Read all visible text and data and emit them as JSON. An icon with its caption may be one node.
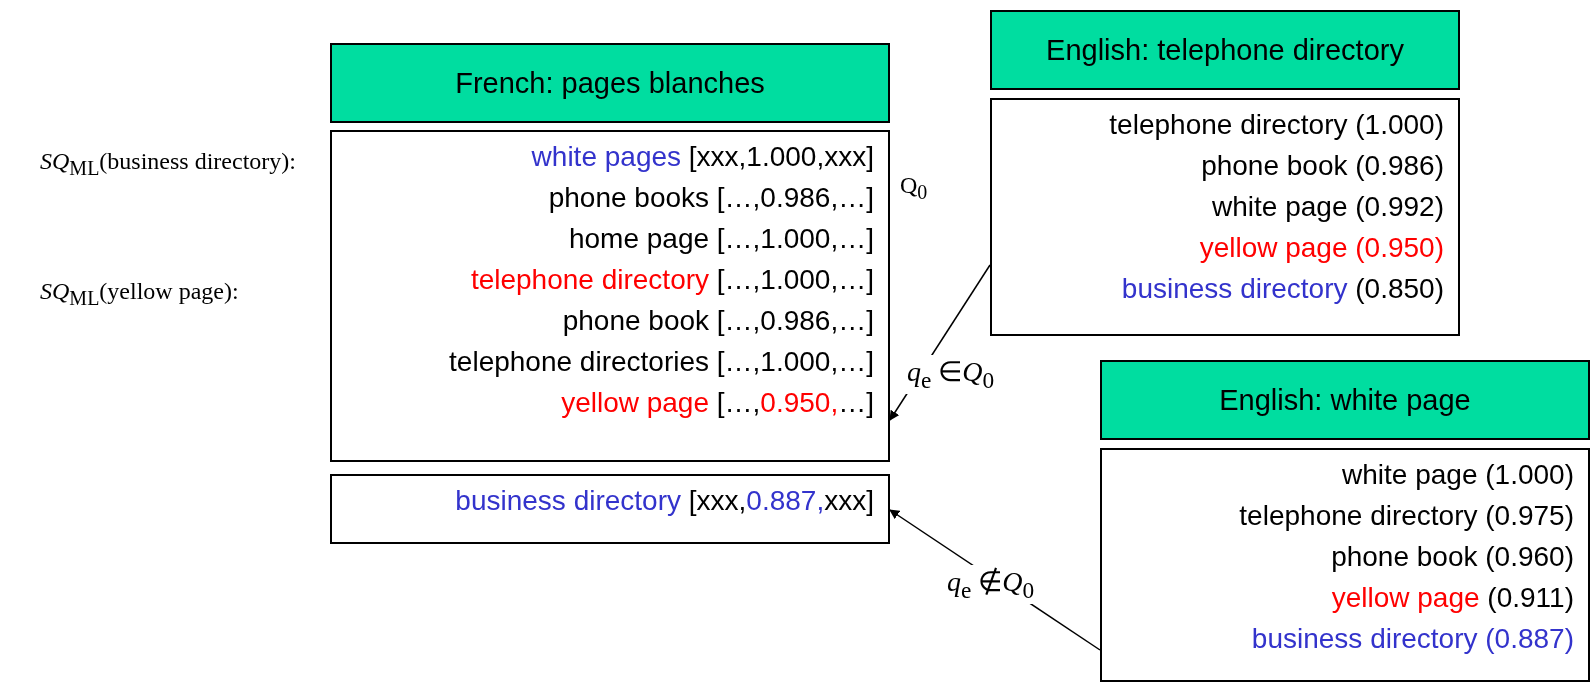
{
  "diagram": {
    "nodes": [
      {
        "text": [
          "French: pages blanches"
        ]
      },
      {
        "text": [
          "white pages",
          "[xxx,1.000,xxx]",
          "phone books […,0.986,…]",
          "home page […,1.000,…]",
          "telephone directory",
          "[…,1.000,…]",
          "phone book […,0.986,…]",
          "telephone directories […,1.000,…]",
          "yellow page",
          "[…,",
          "0.950,",
          "…]"
        ]
      },
      {
        "text": [
          "English: telephone directory"
        ]
      },
      {
        "text": [
          "telephone directory (1.000)",
          "phone book (0.986)",
          "white page (0.992)",
          "yellow page (0.950)",
          "business directory",
          "(0.850)"
        ]
      },
      {
        "text": [
          "business directory",
          "[xxx,",
          "0.887,",
          "xxx]"
        ]
      },
      {
        "text": [
          "English: white page"
        ]
      },
      {
        "text": [
          "white page (1.000)",
          "telephone directory (0.975)",
          "phone book (0.960)",
          "yellow page",
          "(0.911)",
          "business directory (0.887)"
        ]
      }
    ],
    "edges": [
      {
        "from": 3,
        "to": 1,
        "arrow": "to",
        "label": "*q*$_{e}$ ∈*Q*$_{0}$"
      },
      {
        "from": 6,
        "to": 4,
        "arrow": "to",
        "label": "*q*$_{e}$ ∉*Q*$_{0}$"
      }
    ],
    "labels": [
      "*SQ*$_{ML}$(business directory):",
      "Q$_{0}$",
      "*SQ*$_{ML}$(yellow page):"
    ]
  }
}
